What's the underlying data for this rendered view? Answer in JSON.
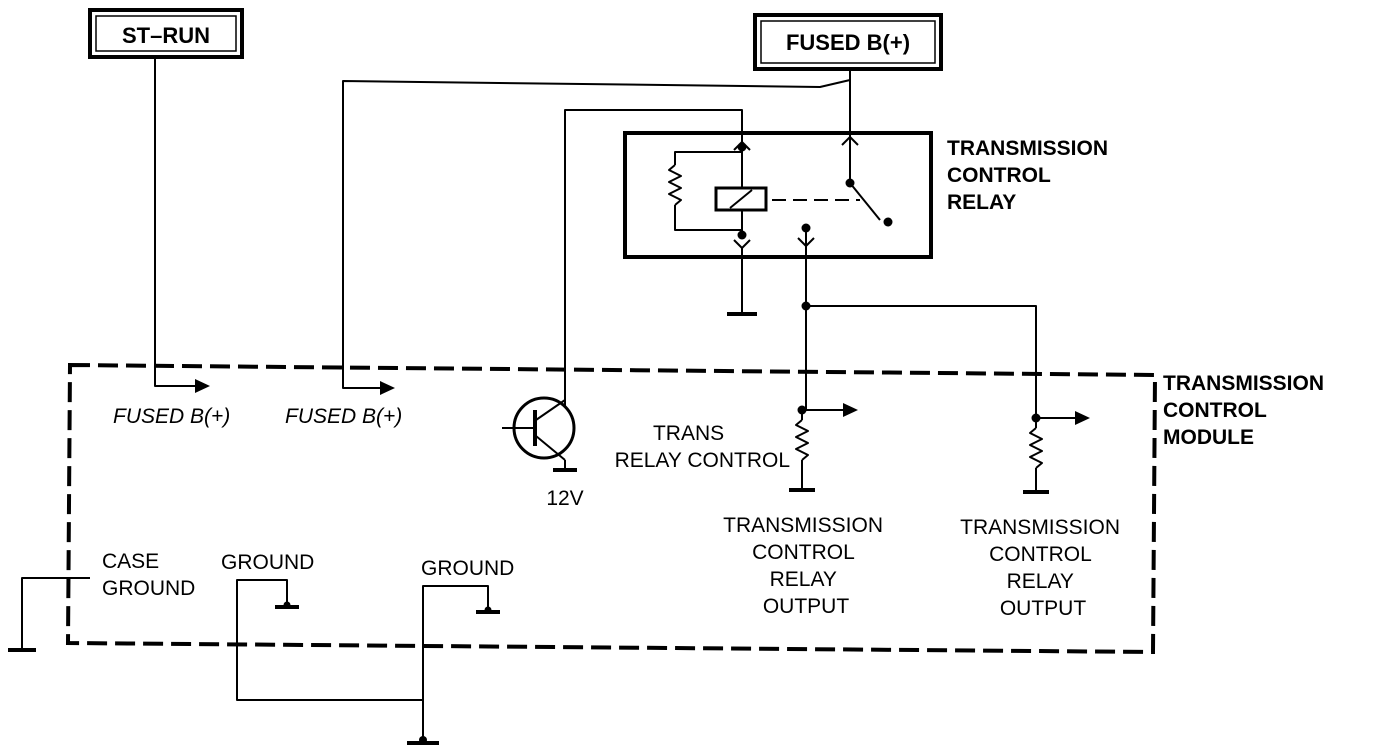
{
  "boxes": {
    "st_run": "ST–RUN",
    "fused_b_top": "FUSED B(+)"
  },
  "relay": {
    "title": [
      "TRANSMISSION",
      "CONTROL",
      "RELAY"
    ]
  },
  "module": {
    "title": [
      "TRANSMISSION",
      "CONTROL",
      "MODULE"
    ],
    "fused_b_1": "FUSED B(+)",
    "fused_b_2": "FUSED B(+)",
    "trans_relay_control": [
      "TRANS",
      "RELAY CONTROL"
    ],
    "transistor_supply": "12V",
    "case_ground": [
      "CASE",
      "GROUND"
    ],
    "ground_1": "GROUND",
    "ground_2": "GROUND",
    "output_1": [
      "TRANSMISSION",
      "CONTROL",
      "RELAY",
      "OUTPUT"
    ],
    "output_2": [
      "TRANSMISSION",
      "CONTROL",
      "RELAY",
      "OUTPUT"
    ]
  }
}
